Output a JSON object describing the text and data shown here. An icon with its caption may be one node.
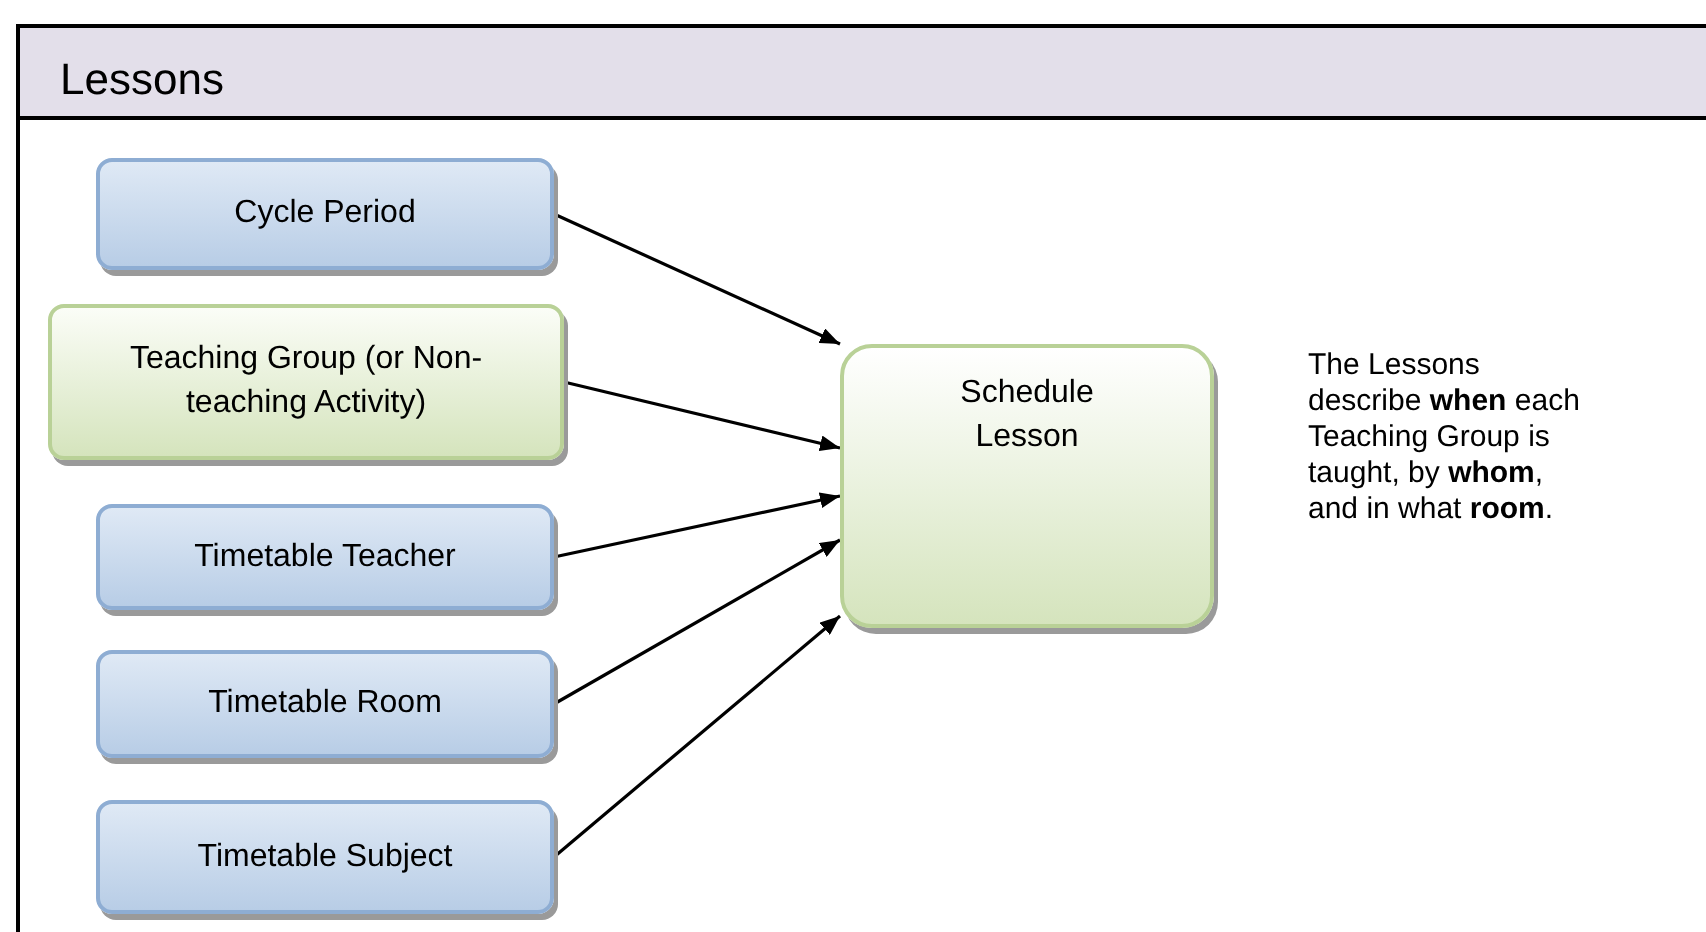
{
  "diagram": {
    "nodes": [
      {
        "text": [
          "Lessons"
        ]
      },
      {
        "text": [
          "Cycle Period"
        ],
        "in": 0
      },
      {
        "text": [
          "Teaching Group (or Non-teaching Activity)"
        ],
        "in": 0
      },
      {
        "text": [
          "Timetable Teacher"
        ],
        "in": 0
      },
      {
        "text": [
          "Timetable Room"
        ],
        "in": 0
      },
      {
        "text": [
          "Timetable Subject"
        ],
        "in": 0
      },
      {
        "text": [
          "Schedule Lesson"
        ],
        "in": 0
      }
    ],
    "edges": [
      {
        "from": 1,
        "to": 6,
        "arrow": "to"
      },
      {
        "from": 2,
        "to": 6,
        "arrow": "to"
      },
      {
        "from": 3,
        "to": 6,
        "arrow": "to"
      },
      {
        "from": 4,
        "to": 6,
        "arrow": "to"
      },
      {
        "from": 5,
        "to": 6,
        "arrow": "to"
      }
    ],
    "labels": [
      "The Lessons describe **when** each Teaching Group is taught, by **whom**, and in what **room**."
    ]
  }
}
